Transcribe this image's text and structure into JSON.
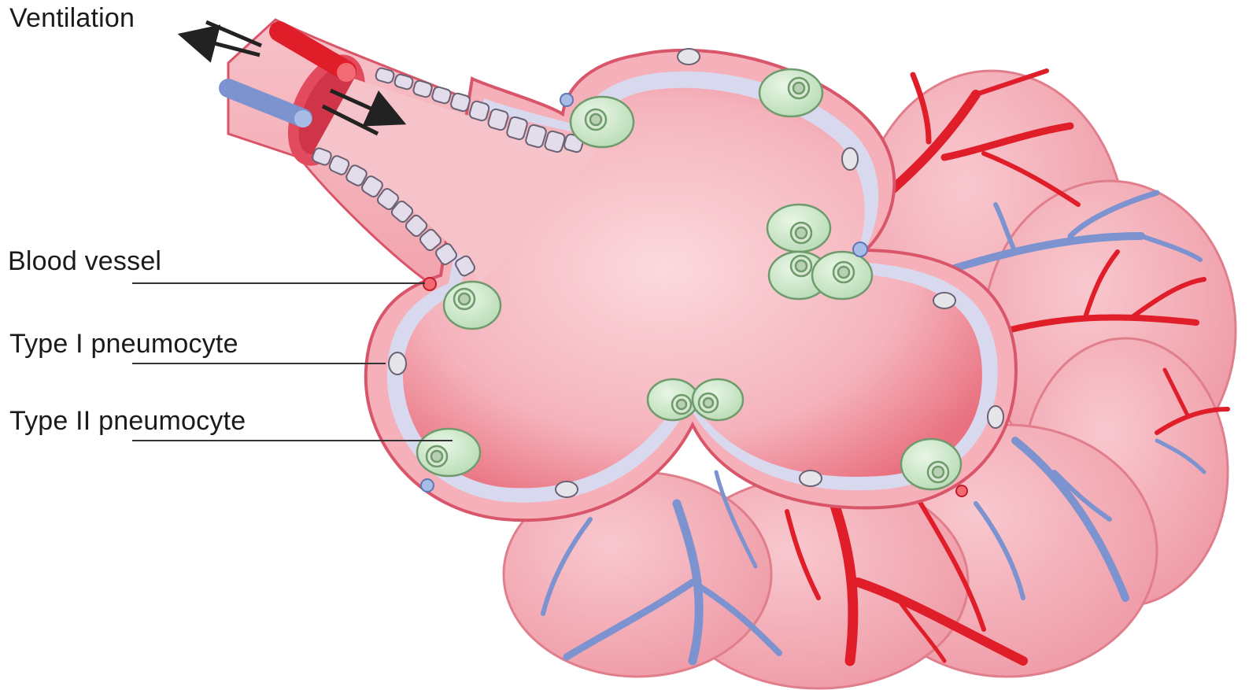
{
  "labels": {
    "ventilation": "Ventilation",
    "blood_vessel": "Blood vessel",
    "type_1_pneumocyte": "Type I pneumocyte",
    "type_2_pneumocyte": "Type II pneumocyte"
  },
  "colors": {
    "alveolus_fill": "#f2a3ad",
    "alveolus_inner": "#f8c9cf",
    "alveolus_outline": "#d9566a",
    "membrane": "#d8d9ef",
    "artery": "#e01e2a",
    "vein": "#7c93cf",
    "type2_cell": "#cfe8cf",
    "type1_nucleus": "#e6e6ea",
    "airway_cells": "#e3dcea",
    "arrow": "#222222"
  }
}
